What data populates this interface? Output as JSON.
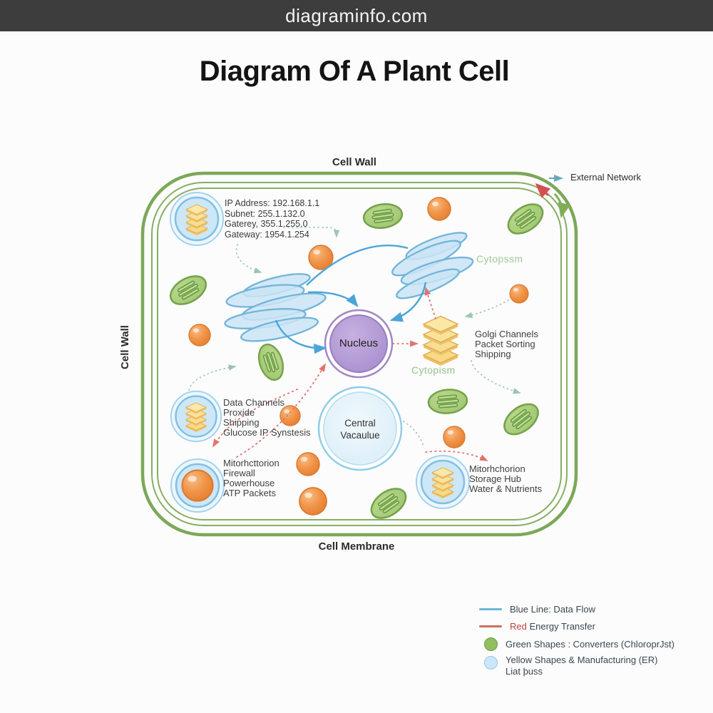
{
  "topbar": {
    "site": "diagraminfo.com"
  },
  "title": "Diagram Of A Plant Cell",
  "cell": {
    "wall_top": "Cell Wall",
    "wall_left": "Cell Wall",
    "membrane_bottom": "Cell Membrane",
    "external_network": "External Network"
  },
  "network_info": {
    "lines": [
      "IP Address: 192.168.1.1",
      "Subnet: 255.1.132.0",
      "Gaterey, 355.1.255.0",
      "Gateway: 1954.1.254"
    ]
  },
  "labels": {
    "cytoplasm_upper": "Cytopssm",
    "cytoplasm_lower": "Cytopism",
    "nucleus": "Nucleus",
    "vacuole_line1": "Central",
    "vacuole_line2": "Vacaulue",
    "golgi": {
      "lines": [
        "Golgi Channels",
        "Packet Sorting",
        "Shipping"
      ]
    },
    "data_channels": {
      "lines": [
        "Data Channels",
        "Proxide",
        "Shipping",
        "Glucose IP Synstesis"
      ]
    },
    "mitochondrion_left": {
      "lines": [
        "Mitorhcttorion",
        "Firewall",
        "Powerhouse",
        "ATP Packets"
      ]
    },
    "mitochondrion_right": {
      "lines": [
        "Mitorhchorion",
        "Storage Hub",
        "Water & Nutrients"
      ]
    }
  },
  "legend": {
    "blue": "Blue Line: Data Flow",
    "red_word": "Red",
    "red_rest": " Energy Transfer",
    "green": "Green Shapes : Converters (ChloroprJst)",
    "yellow_line1": "Yellow Shapes & Manufacturing (ER)",
    "yellow_line2": "Liat þuss"
  },
  "colors": {
    "topbar_bg": "#3d3d3d",
    "cell_wall_green": "#7ca859",
    "data_flow_blue": "#4ba5d9",
    "energy_red": "#e2726e",
    "connector_teal": "#9cc5ae",
    "chloroplast_green": "#a9cf7e",
    "golgi_yellow": "#f8d986",
    "nucleus_purple": "#b09ad2",
    "vacuole_blue": "#e3f1fa",
    "mito_orange": "#f09449"
  }
}
